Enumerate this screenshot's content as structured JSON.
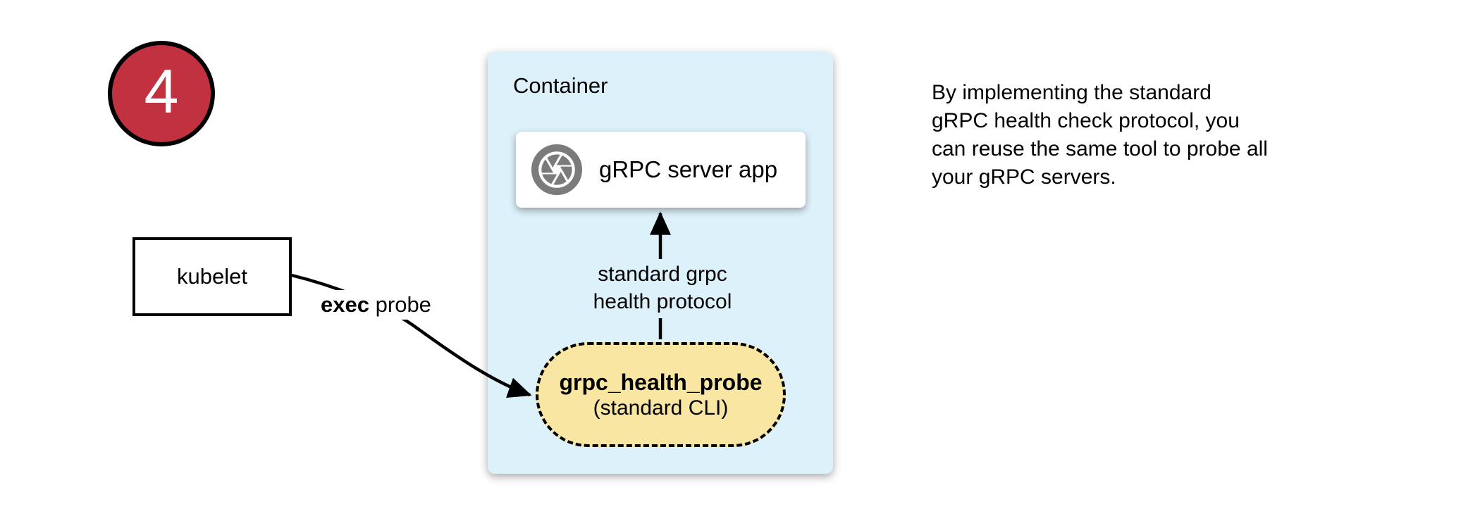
{
  "colors": {
    "badge_red": "#C13140",
    "container_blue": "#DDF1FB",
    "probe_yellow": "#FAE6A3",
    "icon_gray": "#7B7B7B"
  },
  "step_badge": {
    "number": "4"
  },
  "kubelet_node": {
    "label": "kubelet"
  },
  "exec_probe_arrow": {
    "label_bold": "exec",
    "label_rest": "probe"
  },
  "container_node": {
    "title": "Container",
    "server_app_node": {
      "label": "gRPC server app",
      "icon": "aperture-icon"
    },
    "health_protocol_arrow": {
      "line1": "standard grpc",
      "line2": "health protocol"
    },
    "health_probe_node": {
      "title": "grpc_health_probe",
      "subtitle": "(standard CLI)"
    }
  },
  "annotation": {
    "lines": [
      "By implementing the standard",
      "gRPC health check protocol, you",
      "can reuse the same tool to probe all",
      "your gRPC servers."
    ]
  }
}
